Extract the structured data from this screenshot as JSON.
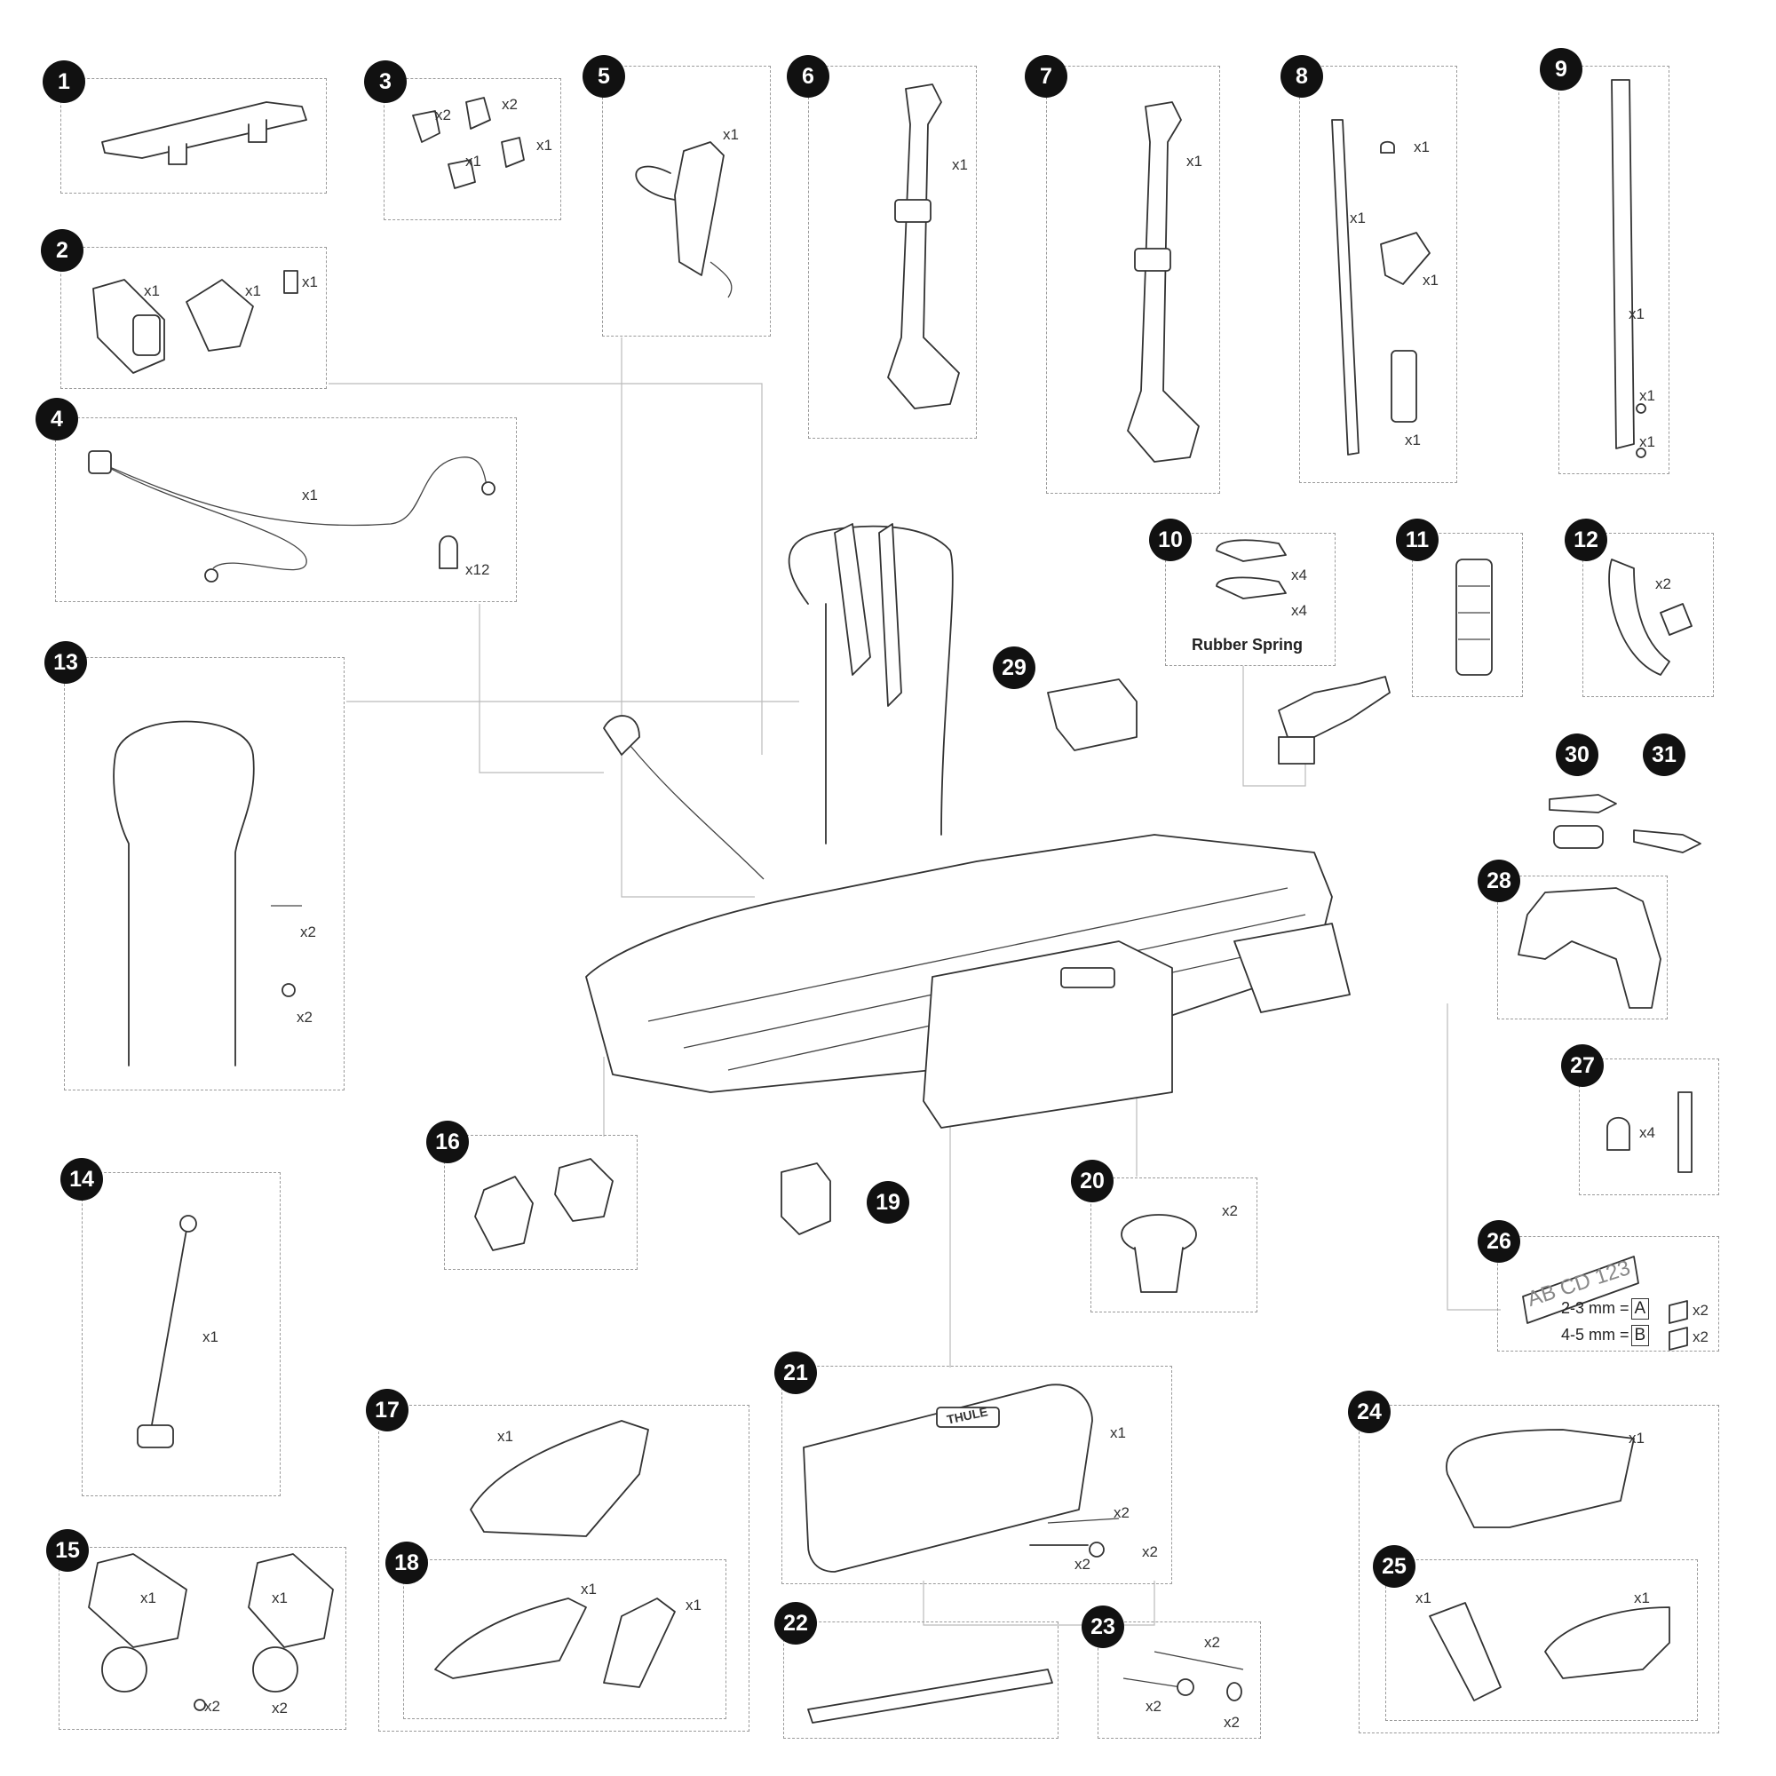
{
  "parts": [
    {
      "id": "1",
      "label": "1",
      "quantities": []
    },
    {
      "id": "2",
      "label": "2",
      "quantities": [
        "x1",
        "x1",
        "x1"
      ]
    },
    {
      "id": "3",
      "label": "3",
      "quantities": [
        "x2",
        "x2",
        "x1",
        "x1"
      ]
    },
    {
      "id": "4",
      "label": "4",
      "quantities": [
        "x1",
        "x12"
      ]
    },
    {
      "id": "5",
      "label": "5",
      "quantities": [
        "x1"
      ]
    },
    {
      "id": "6",
      "label": "6",
      "quantities": [
        "x1"
      ]
    },
    {
      "id": "7",
      "label": "7",
      "quantities": [
        "x1"
      ]
    },
    {
      "id": "8",
      "label": "8",
      "quantities": [
        "x1",
        "x1",
        "x1",
        "x1"
      ]
    },
    {
      "id": "9",
      "label": "9",
      "quantities": [
        "x1",
        "x1",
        "x1"
      ]
    },
    {
      "id": "10",
      "label": "10",
      "quantities": [
        "x4",
        "x4"
      ],
      "caption": "Rubber Spring"
    },
    {
      "id": "11",
      "label": "11",
      "quantities": []
    },
    {
      "id": "12",
      "label": "12",
      "quantities": [
        "x2"
      ]
    },
    {
      "id": "13",
      "label": "13",
      "quantities": [
        "x2",
        "x2"
      ]
    },
    {
      "id": "14",
      "label": "14",
      "quantities": [
        "x1"
      ]
    },
    {
      "id": "15",
      "label": "15",
      "quantities": [
        "x1",
        "x1",
        "x2",
        "x2"
      ]
    },
    {
      "id": "16",
      "label": "16",
      "quantities": []
    },
    {
      "id": "17",
      "label": "17",
      "quantities": [
        "x1"
      ]
    },
    {
      "id": "18",
      "label": "18",
      "quantities": [
        "x1",
        "x1"
      ]
    },
    {
      "id": "19",
      "label": "19",
      "quantities": []
    },
    {
      "id": "20",
      "label": "20",
      "quantities": [
        "x2"
      ]
    },
    {
      "id": "21",
      "label": "21",
      "quantities": [
        "x1",
        "x2",
        "x2",
        "x2"
      ]
    },
    {
      "id": "22",
      "label": "22",
      "quantities": []
    },
    {
      "id": "23",
      "label": "23",
      "quantities": [
        "x2",
        "x2",
        "x2"
      ]
    },
    {
      "id": "24",
      "label": "24",
      "quantities": [
        "x1"
      ]
    },
    {
      "id": "25",
      "label": "25",
      "quantities": [
        "x1",
        "x1"
      ]
    },
    {
      "id": "26",
      "label": "26",
      "quantities": [
        "x2",
        "x2"
      ],
      "plate_text": "AB CD 123",
      "rows": [
        {
          "range": "2-3 mm =",
          "letter": "A"
        },
        {
          "range": "4-5 mm =",
          "letter": "B"
        }
      ]
    },
    {
      "id": "27",
      "label": "27",
      "quantities": [
        "x4"
      ]
    },
    {
      "id": "28",
      "label": "28",
      "quantities": []
    },
    {
      "id": "29",
      "label": "29",
      "quantities": []
    },
    {
      "id": "30",
      "label": "30",
      "quantities": []
    },
    {
      "id": "31",
      "label": "31",
      "quantities": []
    }
  ],
  "brand_logo": "THULE"
}
